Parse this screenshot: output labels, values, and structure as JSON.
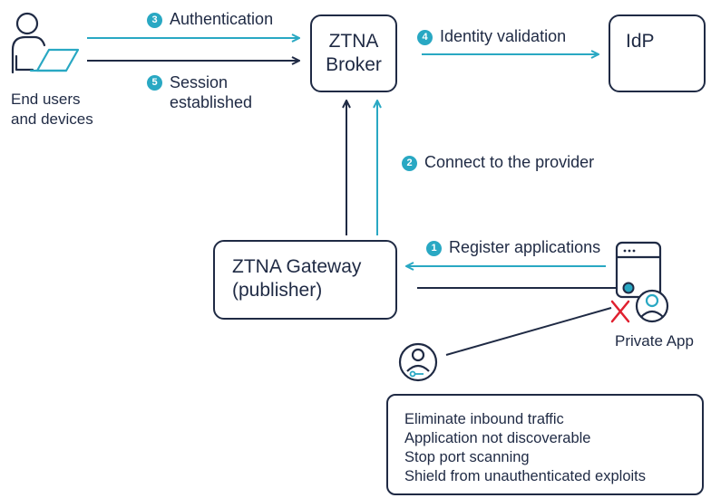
{
  "nodes": {
    "end_users": "End users\nand devices",
    "broker": "ZTNA\nBroker",
    "idp": "IdP",
    "gateway": "ZTNA Gateway\n(publisher)",
    "private_app": "Private App"
  },
  "steps": {
    "s1": {
      "num": "1",
      "label": "Register applications"
    },
    "s2": {
      "num": "2",
      "label": "Connect to the provider"
    },
    "s3": {
      "num": "3",
      "label": "Authentication"
    },
    "s4": {
      "num": "4",
      "label": "Identity validation"
    },
    "s5": {
      "num": "5",
      "label": "Session\nestablished"
    }
  },
  "benefits": [
    "Eliminate inbound traffic",
    "Application not discoverable",
    "Stop port scanning",
    "Shield from unauthenticated exploits"
  ],
  "colors": {
    "accent": "#29a8c3",
    "dark": "#1f2a44",
    "blocked": "#e0202f"
  },
  "icons": [
    "user-laptop-icon",
    "app-window-icon",
    "private-user-icon",
    "attacker-user-icon",
    "blocked-x-icon"
  ]
}
